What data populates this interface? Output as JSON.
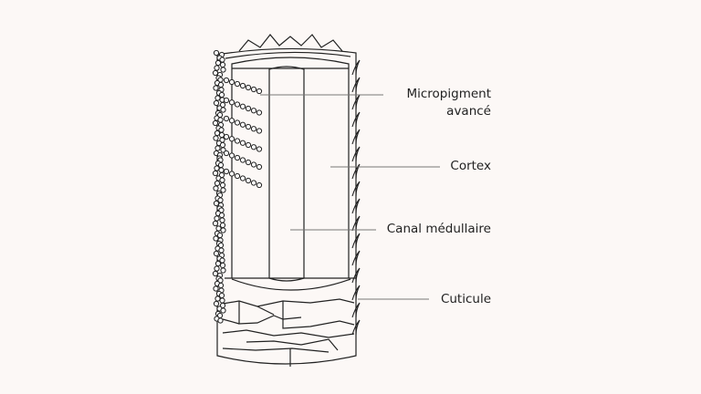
{
  "diagram": {
    "title": "Hair shaft structure",
    "labels": {
      "micropigment_line1": "Micropigment",
      "micropigment_line2": "avancé",
      "cortex": "Cortex",
      "medulla": "Canal médullaire",
      "cuticle": "Cuticule"
    },
    "colors": {
      "background": "#fcf8f6",
      "stroke": "#222222",
      "leader": "#777777"
    }
  }
}
